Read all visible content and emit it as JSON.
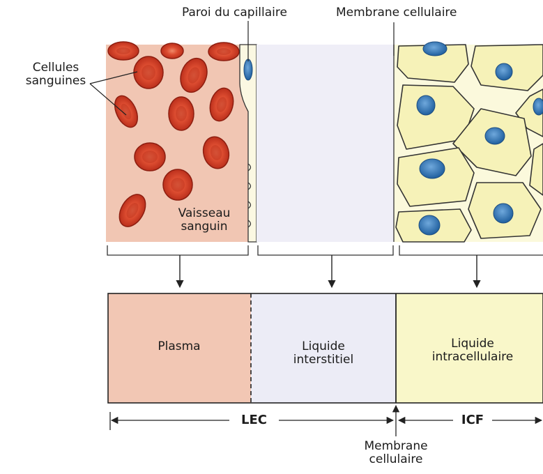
{
  "labels": {
    "capillary_wall": "Paroi du capillaire",
    "cell_membrane_top": "Membrane cellulaire",
    "blood_cells_line1": "Cellules",
    "blood_cells_line2": "sanguines",
    "vessel_line1": "Vaisseau",
    "vessel_line2": "sanguin",
    "plasma": "Plasma",
    "interstitial_line1": "Liquide",
    "interstitial_line2": "interstitiel",
    "intracellular_line1": "Liquide",
    "intracellular_line2": "intracellulaire",
    "lec": "LEC",
    "icf": "ICF",
    "cell_membrane_bottom_line1": "Membrane",
    "cell_membrane_bottom_line2": "cellulaire"
  },
  "colors": {
    "plasma": "#f2c7b4",
    "interstitial": "#ecebf6",
    "intracellular": "#f8f6c7",
    "red_cell": "#d8402a",
    "nucleus": "#2f79b8",
    "outline": "#222222"
  }
}
